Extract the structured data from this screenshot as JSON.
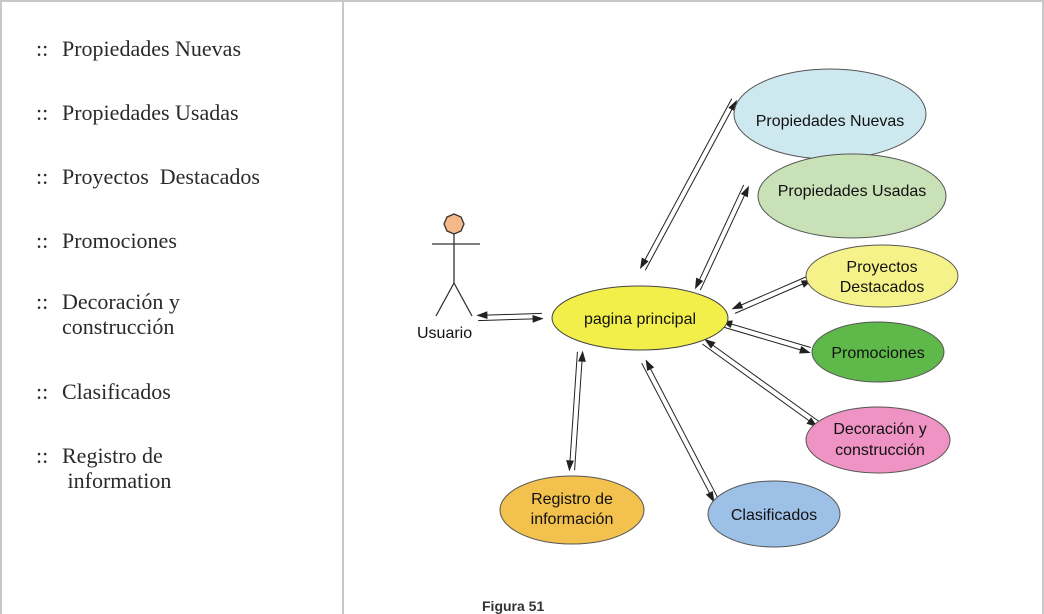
{
  "menu": [
    {
      "label": "Propiedades Nuevas"
    },
    {
      "label": "Propiedades Usadas"
    },
    {
      "label": "Proyectos  Destacados"
    },
    {
      "label": "Promociones"
    },
    {
      "label": "Decoración y\nconstrucción"
    },
    {
      "label": "Clasificados"
    },
    {
      "label": "Registro de\n information"
    }
  ],
  "menu_bullet": "::",
  "diagram": {
    "actor_label": "Usuario",
    "central": {
      "label": "pagina principal",
      "color": "#f2ef4a"
    },
    "nodes": [
      {
        "lines": [
          "Propiedades Nuevas"
        ],
        "color": "#cde8ef"
      },
      {
        "lines": [
          "Propiedades Usadas"
        ],
        "color": "#c9e1b6"
      },
      {
        "lines": [
          "Proyectos",
          "Destacados"
        ],
        "color": "#f6f28a"
      },
      {
        "lines": [
          "Promociones"
        ],
        "color": "#5fb84a"
      },
      {
        "lines": [
          "Decoración y",
          "construcción"
        ],
        "color": "#ee93c4"
      },
      {
        "lines": [
          "Clasificados"
        ],
        "color": "#9cc0e6"
      },
      {
        "lines": [
          "Registro de",
          "información"
        ],
        "color": "#f2c14e"
      }
    ],
    "caption": "Figura 51"
  }
}
